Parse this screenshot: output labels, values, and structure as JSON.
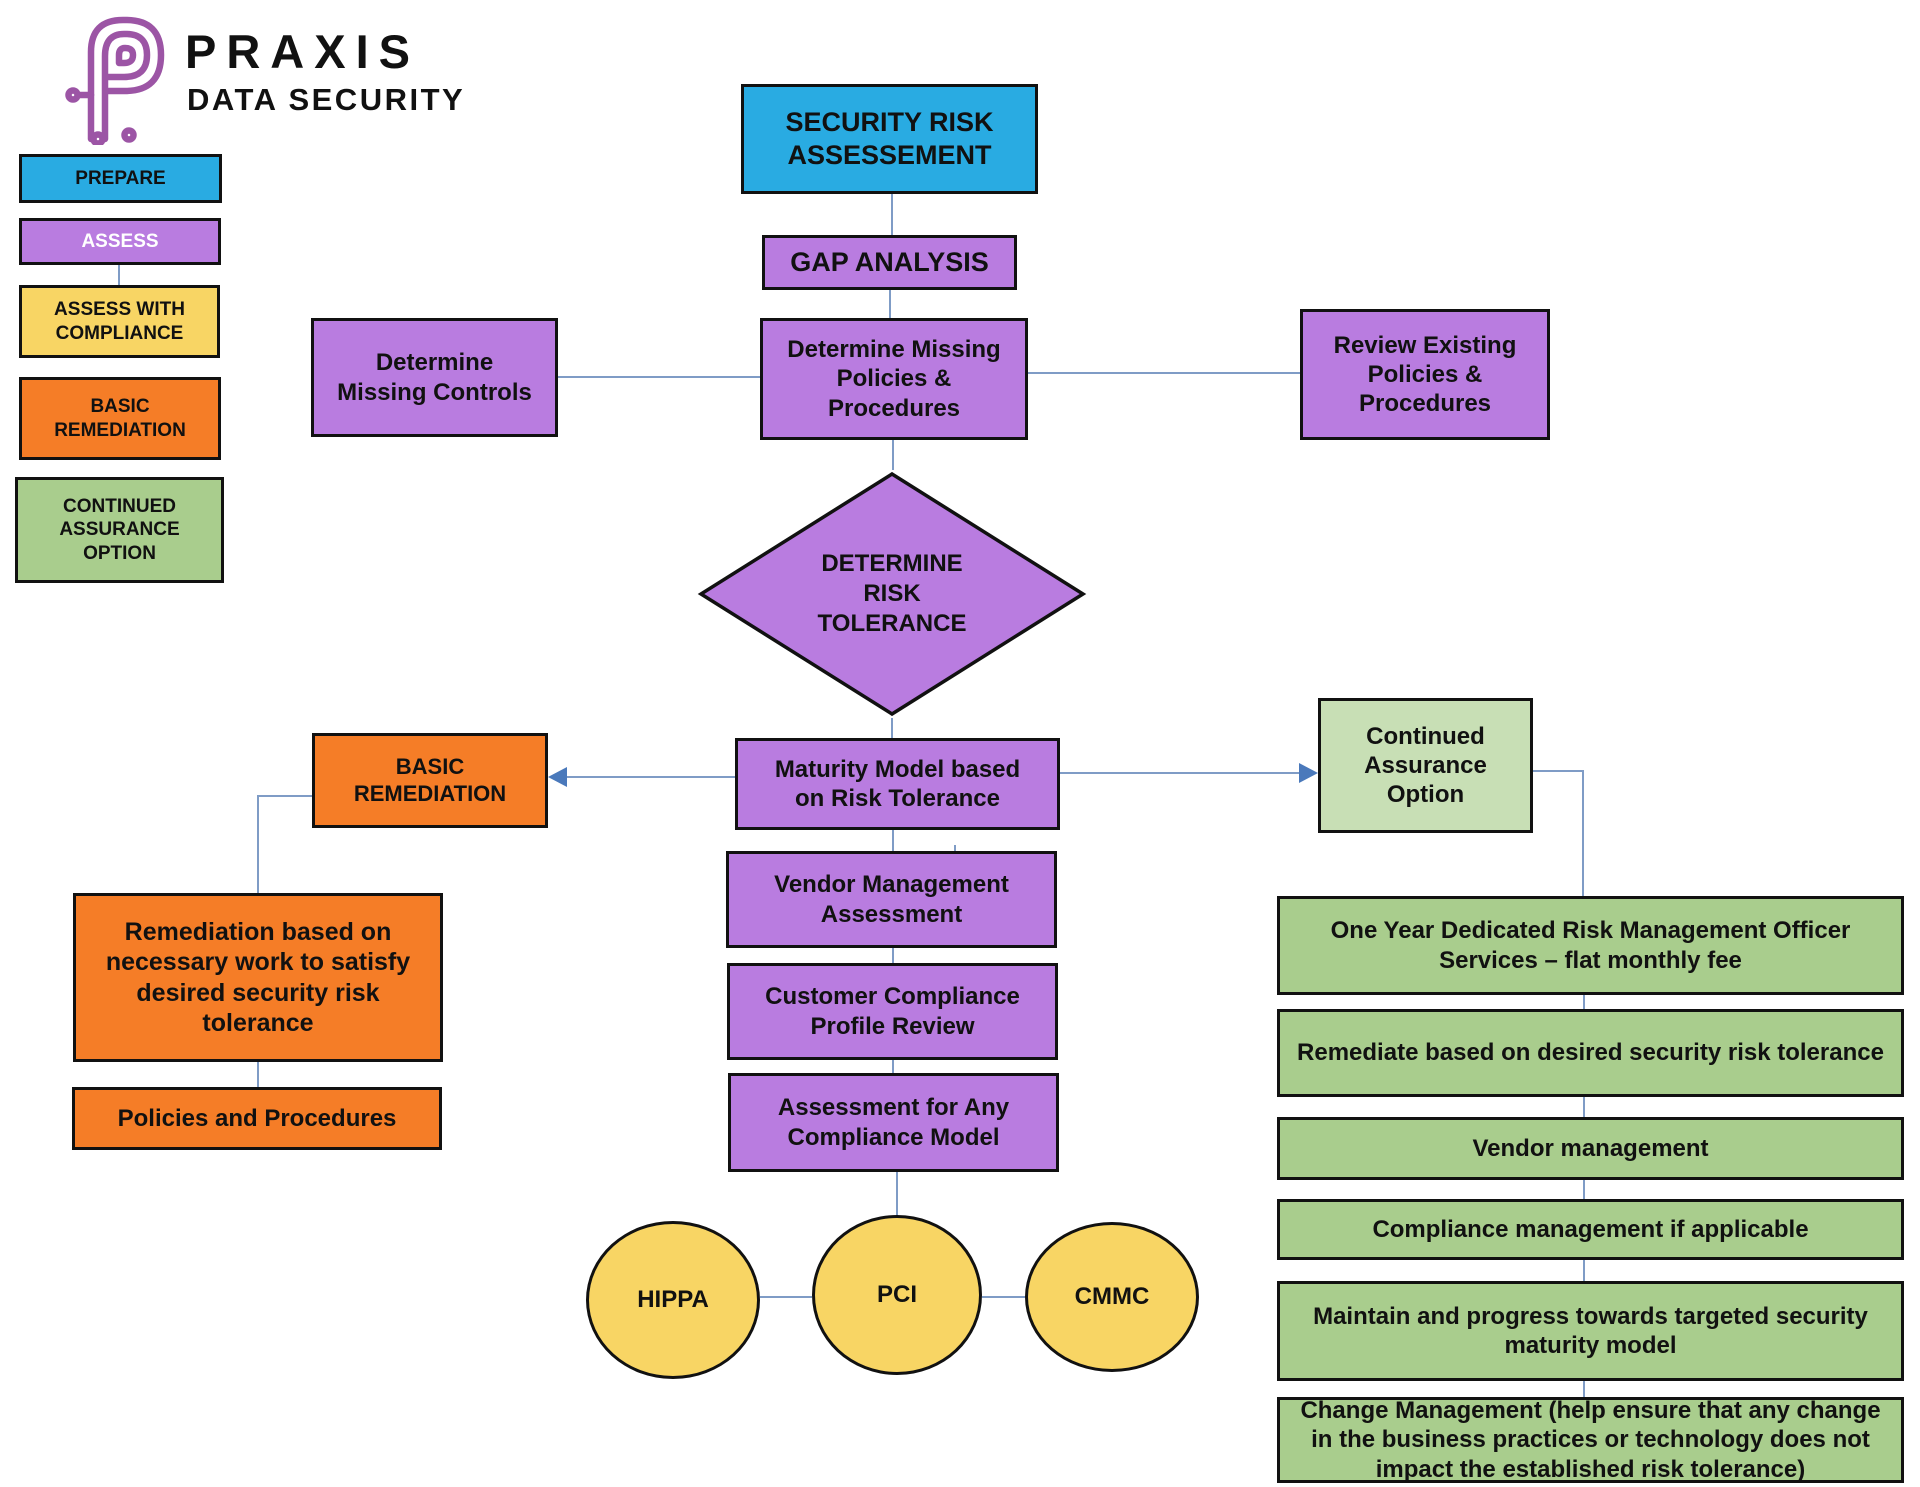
{
  "logo": {
    "brand": "PRAXIS",
    "tagline": "DATA SECURITY"
  },
  "legend": {
    "items": [
      {
        "label": "PREPARE",
        "color": "#29ABE2"
      },
      {
        "label": "ASSESS",
        "color": "#B97CE0"
      },
      {
        "label": "ASSESS WITH COMPLIANCE",
        "color": "#F8D564"
      },
      {
        "label": "BASIC REMEDIATION",
        "color": "#F57D27"
      },
      {
        "label": "CONTINUED ASSURANCE OPTION",
        "color": "#A9CD8D"
      }
    ]
  },
  "nodes": {
    "security_risk_assessment": "SECURITY RISK ASSESSEMENT",
    "gap_analysis": "GAP ANALYSIS",
    "determine_missing_controls": "Determine Missing Controls",
    "determine_missing_policies": "Determine Missing Policies & Procedures",
    "review_existing_policies": "Review Existing Policies & Procedures",
    "determine_risk_tolerance": "DETERMINE RISK TOLERANCE",
    "basic_remediation": "BASIC REMEDIATION",
    "maturity_model": "Maturity Model based on Risk Tolerance",
    "continued_assurance_option": "Continued Assurance Option",
    "vendor_management_assessment": "Vendor Management Assessment",
    "customer_compliance_profile_review": "Customer Compliance Profile Review",
    "assessment_for_any_compliance_model": "Assessment for Any Compliance Model",
    "remediation_detail": "Remediation based on necessary work to satisfy desired security risk tolerance",
    "policies_and_procedures": "Policies and Procedures",
    "hippa": "HIPPA",
    "pci": "PCI",
    "cmmc": "CMMC"
  },
  "assurance_stack": {
    "items": [
      "One Year Dedicated Risk Management Officer Services – flat monthly fee",
      "Remediate based on desired security risk tolerance",
      "Vendor management",
      "Compliance management if applicable",
      "Maintain and progress towards targeted security maturity model",
      "Change Management (help ensure that any change in the business practices or technology does not impact the established risk tolerance)"
    ]
  },
  "colors": {
    "blue": "#29ABE2",
    "purple": "#B97CE0",
    "yellow": "#F8D564",
    "orange": "#F57D27",
    "green": "#A9CD8D",
    "light_green": "#C8DFB5",
    "line": "#7F9CC6",
    "arrow": "#4A79BB",
    "logo_purple": "#9C55A5"
  }
}
